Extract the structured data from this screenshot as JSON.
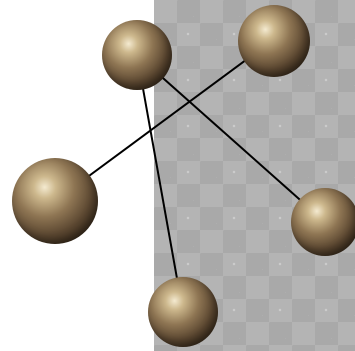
{
  "colors": {
    "background": "#ffffff",
    "play_area": "#b4b4b4",
    "link_line": "#000000",
    "ball_highlight": "#f4ead0",
    "ball_body": "#5a4630"
  },
  "nodes": [
    {
      "id": "node-top-left",
      "icon": "bronze-sphere"
    },
    {
      "id": "node-top-right",
      "icon": "bronze-sphere"
    },
    {
      "id": "node-left",
      "icon": "bronze-sphere"
    },
    {
      "id": "node-right",
      "icon": "bronze-sphere"
    },
    {
      "id": "node-bottom",
      "icon": "bronze-sphere"
    }
  ],
  "links": [
    {
      "from": "node-top-left",
      "to": "node-right"
    },
    {
      "from": "node-top-left",
      "to": "node-bottom"
    },
    {
      "from": "node-top-right",
      "to": "node-left"
    }
  ]
}
